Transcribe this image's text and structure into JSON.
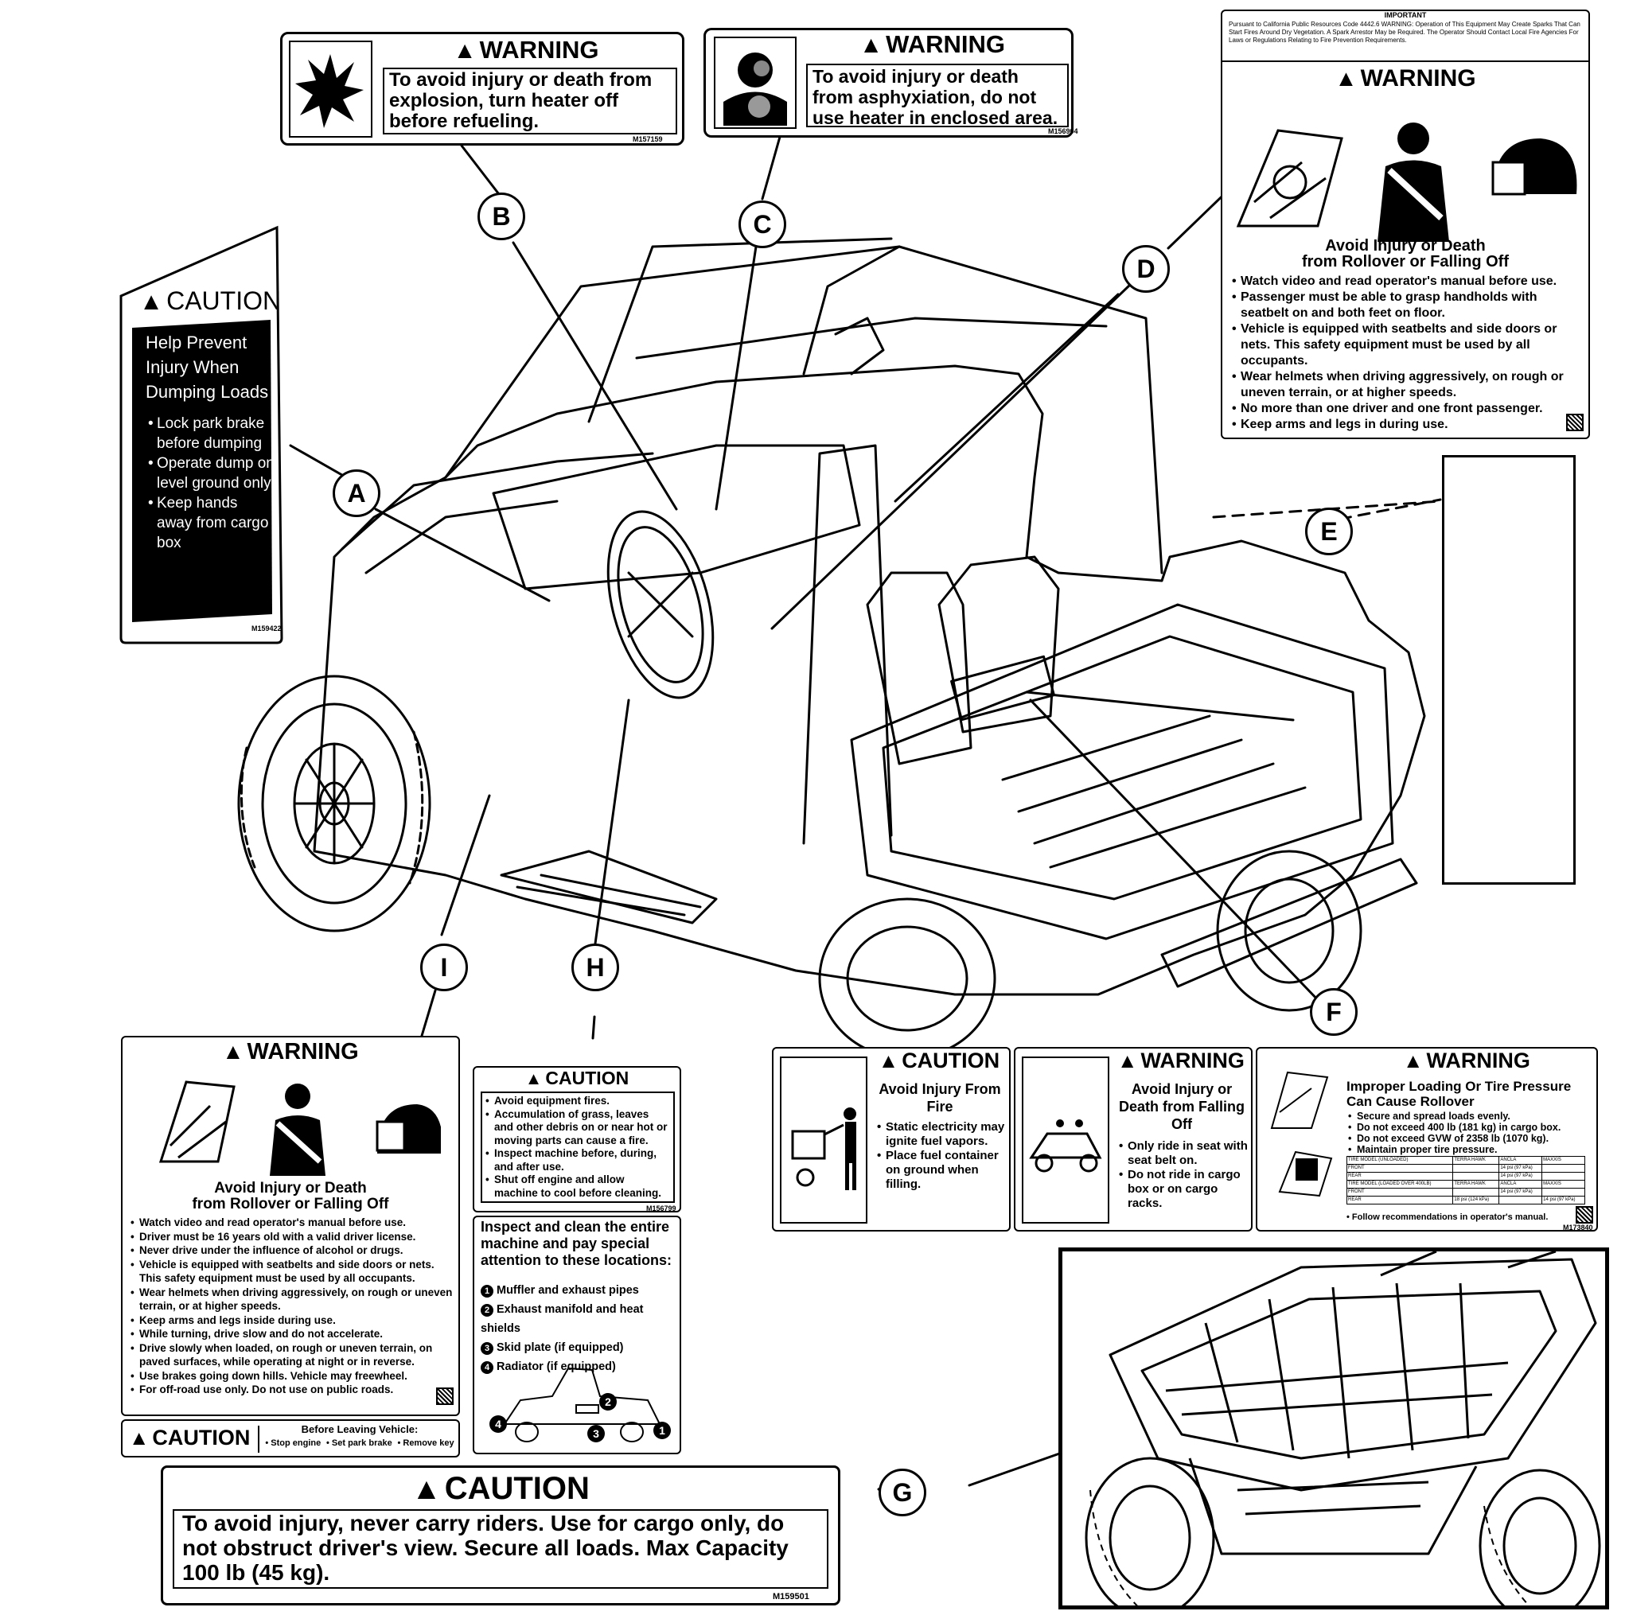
{
  "decal_a": {
    "header": "CAUTION",
    "lines": [
      "Help Prevent",
      "Injury When",
      "Dumping Loads"
    ],
    "bullets": [
      "Lock park brake before dumping",
      "Operate dump on level ground only",
      "Keep hands away from cargo box"
    ],
    "code": "M159422"
  },
  "decal_b": {
    "header": "WARNING",
    "text": "To avoid injury or death from explosion, turn heater off before refueling.",
    "code": "M157159"
  },
  "decal_c": {
    "header": "WARNING",
    "text": "To avoid injury or death from asphyxiation, do not use heater in enclosed area.",
    "code": "M156904"
  },
  "decal_d": {
    "important_title": "IMPORTANT",
    "important_text": "Pursuant to California Public Resources Code 4442.6 WARNING: Operation of This Equipment May Create Sparks That Can Start Fires Around Dry Vegetation. A Spark Arrestor May be Required. The Operator Should Contact Local Fire Agencies For Laws or Regulations Relating to Fire Prevention Requirements.",
    "header": "WARNING",
    "title1": "Avoid Injury or Death",
    "title2": "from Rollover or Falling Off",
    "bullets": [
      "Watch video and read operator's manual before use.",
      "Passenger must be able to grasp handholds with seatbelt on and both feet on floor.",
      "Vehicle is equipped with seatbelts and side doors or nets. This safety equipment must be used by all occupants.",
      "Wear helmets when driving aggressively, on rough or uneven terrain, or at higher speeds.",
      "No more than one driver and one front passenger.",
      "Keep arms and legs in during use."
    ]
  },
  "decal_f1": {
    "header": "CAUTION",
    "title": "Avoid Injury From Fire",
    "bullets": [
      "Static electricity may ignite fuel vapors.",
      "Place fuel container on ground when filling."
    ]
  },
  "decal_f2": {
    "header": "WARNING",
    "title": "Avoid Injury or Death from Falling Off",
    "bullets": [
      "Only ride in seat with seat belt on.",
      "Do not ride in cargo box or on cargo racks."
    ]
  },
  "decal_f3": {
    "header": "WARNING",
    "title": "Improper Loading Or Tire Pressure Can Cause Rollover",
    "bullets": [
      "Secure and spread loads evenly.",
      "Do not exceed 400 lb (181 kg) in cargo box.",
      "Do not exceed GVW of 2358 lb (1070 kg).",
      "Maintain proper tire pressure."
    ],
    "table_rows": [
      [
        "TIRE MODEL (UNLOADED)",
        "TERRA HAWK",
        "ANCLA",
        "MAXXIS"
      ],
      [
        "FRONT",
        "",
        "14 psi (97 kPa)",
        ""
      ],
      [
        "REAR",
        "",
        "14 psi (97 kPa)",
        ""
      ],
      [
        "TIRE MODEL (LOADED OVER 400LB)",
        "TERRA HAWK",
        "ANCLA",
        "MAXXIS"
      ],
      [
        "FRONT",
        "",
        "14 psi (97 kPa)",
        ""
      ],
      [
        "REAR",
        "18 psi (124 kPa)",
        "",
        "14 psi (97 kPa)"
      ]
    ],
    "footer": "Follow recommendations in operator's manual.",
    "code": "M173840"
  },
  "decal_h": {
    "header": "CAUTION",
    "bullets": [
      "Avoid equipment fires.",
      "Accumulation of grass, leaves and other debris on or near hot or moving parts can cause a fire.",
      "Inspect machine before, during, and after use.",
      "Shut off engine and allow machine to cool before cleaning."
    ],
    "code": "M156799",
    "inspect_title": "Inspect and clean the entire machine and pay special attention to these locations:",
    "locations": [
      {
        "num": "1",
        "text": "Muffler and exhaust pipes"
      },
      {
        "num": "2",
        "text": "Exhaust manifold and heat shields"
      },
      {
        "num": "3",
        "text": "Skid plate (if equipped)"
      },
      {
        "num": "4",
        "text": "Radiator (if equipped)"
      }
    ]
  },
  "decal_i": {
    "header": "WARNING",
    "title1": "Avoid Injury or Death",
    "title2": "from Rollover or Falling Off",
    "bullets": [
      "Watch video and read operator's manual before use.",
      "Driver must be 16 years old with a valid driver license.",
      "Never drive under the influence of alcohol or drugs.",
      "Vehicle is equipped with seatbelts and side doors or nets. This safety equipment must be used by all occupants.",
      "Wear helmets when driving aggressively, on rough or uneven terrain, or at higher speeds.",
      "Keep arms and legs inside during use.",
      "While turning, drive slow and do not accelerate.",
      "Drive slowly when loaded, on rough or uneven terrain, on paved surfaces, while operating at night or in reverse.",
      "Use brakes going down hills. Vehicle may freewheel.",
      "For off-road use only. Do not use on public roads."
    ],
    "caution_header": "CAUTION",
    "leaving_title": "Before Leaving Vehicle:",
    "leaving_items": [
      "Stop engine",
      "Set park brake",
      "Remove key"
    ]
  },
  "decal_g": {
    "header": "CAUTION",
    "text": "To avoid injury, never carry riders. Use for cargo only, do not obstruct driver's view. Secure all loads. Max Capacity 100 lb (45 kg).",
    "code": "M159501"
  },
  "callouts": {
    "a": "A",
    "b": "B",
    "c": "C",
    "d": "D",
    "e": "E",
    "f": "F",
    "g": "G",
    "h": "H",
    "i": "I"
  }
}
